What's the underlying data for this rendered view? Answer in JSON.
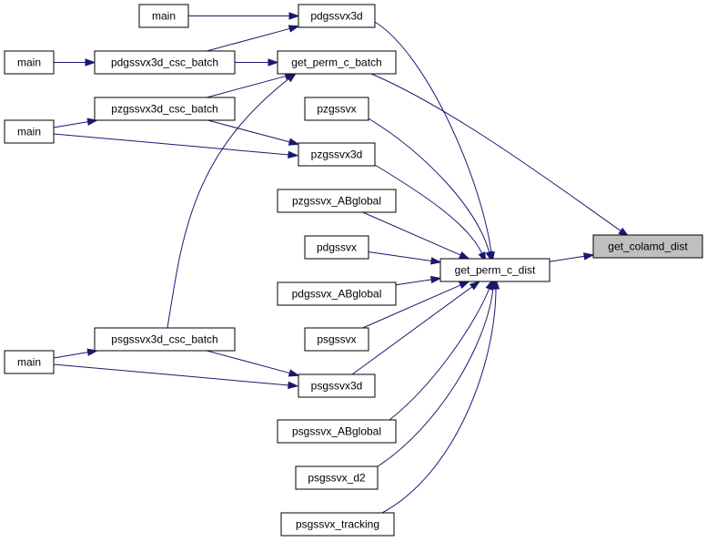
{
  "graph": {
    "direction": "left-to-right",
    "colors": {
      "edge": "#191970",
      "root_fill": "#bfbfbf",
      "node_fill": "#ffffff",
      "node_border": "#000000"
    },
    "nodes": {
      "main_1": "main",
      "main_2": "main",
      "main_3": "main",
      "main_4": "main",
      "pdgssvx3d": "pdgssvx3d",
      "pdgssvx3d_csc_batch": "pdgssvx3d_csc_batch",
      "get_perm_c_batch": "get_perm_c_batch",
      "pzgssvx3d_csc_batch": "pzgssvx3d_csc_batch",
      "pzgssvx": "pzgssvx",
      "pzgssvx3d": "pzgssvx3d",
      "pzgssvx_ABglobal": "pzgssvx_ABglobal",
      "pdgssvx": "pdgssvx",
      "pdgssvx_ABglobal": "pdgssvx_ABglobal",
      "psgssvx": "psgssvx",
      "psgssvx3d_csc_batch": "psgssvx3d_csc_batch",
      "psgssvx3d": "psgssvx3d",
      "psgssvx_ABglobal": "psgssvx_ABglobal",
      "psgssvx_d2": "psgssvx_d2",
      "psgssvx_tracking": "psgssvx_tracking",
      "get_perm_c_dist": "get_perm_c_dist",
      "get_colamd_dist": "get_colamd_dist"
    },
    "edges": [
      [
        "main_1",
        "pdgssvx3d"
      ],
      [
        "main_2",
        "pdgssvx3d_csc_batch"
      ],
      [
        "pdgssvx3d_csc_batch",
        "pdgssvx3d"
      ],
      [
        "pdgssvx3d_csc_batch",
        "get_perm_c_batch"
      ],
      [
        "pzgssvx3d_csc_batch",
        "get_perm_c_batch"
      ],
      [
        "psgssvx3d_csc_batch",
        "get_perm_c_batch"
      ],
      [
        "main_3",
        "pzgssvx3d_csc_batch"
      ],
      [
        "main_3",
        "pzgssvx3d"
      ],
      [
        "pzgssvx3d_csc_batch",
        "pzgssvx3d"
      ],
      [
        "main_4",
        "psgssvx3d_csc_batch"
      ],
      [
        "main_4",
        "psgssvx3d"
      ],
      [
        "psgssvx3d_csc_batch",
        "psgssvx3d"
      ],
      [
        "pdgssvx3d",
        "get_perm_c_dist"
      ],
      [
        "pzgssvx",
        "get_perm_c_dist"
      ],
      [
        "pzgssvx3d",
        "get_perm_c_dist"
      ],
      [
        "pzgssvx_ABglobal",
        "get_perm_c_dist"
      ],
      [
        "pdgssvx",
        "get_perm_c_dist"
      ],
      [
        "pdgssvx_ABglobal",
        "get_perm_c_dist"
      ],
      [
        "psgssvx",
        "get_perm_c_dist"
      ],
      [
        "psgssvx3d",
        "get_perm_c_dist"
      ],
      [
        "psgssvx_ABglobal",
        "get_perm_c_dist"
      ],
      [
        "psgssvx_d2",
        "get_perm_c_dist"
      ],
      [
        "psgssvx_tracking",
        "get_perm_c_dist"
      ],
      [
        "get_perm_c_batch",
        "get_colamd_dist"
      ],
      [
        "get_perm_c_dist",
        "get_colamd_dist"
      ]
    ]
  }
}
